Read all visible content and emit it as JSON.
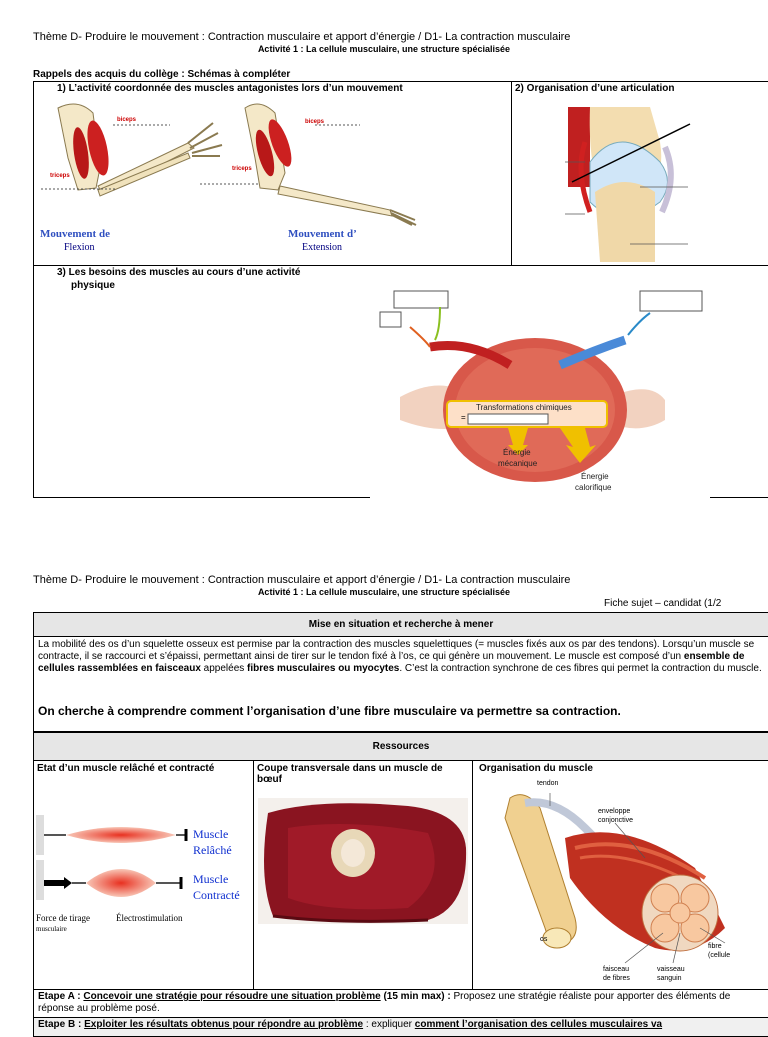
{
  "page1": {
    "header": "Thème D-  Produire le mouvement : Contraction musculaire et apport d’énergie / D1- La contraction musculaire",
    "subtitle": "Activité 1 : La cellule musculaire, une structure spécialisée",
    "recall_title": "Rappels des acquis du collège : Schémas à compléter",
    "q1": "1)  L’activité coordonnée des muscles antagonistes lors d’un mouvement",
    "q2": "2) Organisation d’une articulation",
    "q3_line1": "3)  Les besoins des muscles au cours d’une activité",
    "q3_line2": "physique",
    "arm": {
      "biceps": "biceps",
      "triceps": "triceps",
      "flexion_a": "Mouvement de",
      "flexion_b": "Flexion",
      "extension_a": "Mouvement d’",
      "extension_b": "Extension"
    },
    "muscle_diagram": {
      "transform": "Transformations chimiques",
      "eq": "=",
      "energy_mech_a": "Énergie",
      "energy_mech_b": "mécanique",
      "energy_heat_a": "Énergie",
      "energy_heat_b": "calorifique"
    }
  },
  "page2": {
    "header": "Thème D-  Produire le mouvement : Contraction musculaire et apport d’énergie / D1- La contraction musculaire",
    "subtitle": "Activité 1 : La cellule musculaire, une structure spécialisée",
    "fiche": "Fiche sujet – candidat (1/2",
    "section1_title": "Mise en situation et recherche à mener",
    "intro_1": "La mobilité des os d’un squelette osseux est permise par la contraction des muscles squelettiques (= muscles fixés aux os par des tendons). Lorsqu’un muscle se contracte, il se raccourci et s’épaissi, permettant ainsi de tirer sur le tendon fixé à l’os, ce qui génère un mouvement. Le muscle est composé d’un ",
    "intro_b1": "ensemble de cellules rassemblées en faisceaux",
    "intro_2": " appelées ",
    "intro_b2": "fibres musculaires ou myocytes",
    "intro_3": ". C’est la contraction synchrone de ces fibres qui permet la contraction du muscle.",
    "question": "On cherche à comprendre comment l’organisation d’une fibre musculaire va permettre sa contraction.",
    "section2_title": "Ressources",
    "col1_title": "Etat d’un muscle relâché et contracté",
    "col2_title": "Coupe transversale dans un muscle de bœuf",
    "col3_title": "Organisation du muscle",
    "col1": {
      "relaxed_a": "Muscle",
      "relaxed_b": "Relâché",
      "contracted_a": "Muscle",
      "contracted_b": "Contracté",
      "force_a": "Force de tirage",
      "force_b": "musculaire",
      "electro": "Électrostimulation"
    },
    "col3": {
      "tendon": "tendon",
      "envelope_a": "enveloppe",
      "envelope_b": "conjonctive",
      "os": "os",
      "fibre_a": "fibre",
      "fibre_b": "(cellule",
      "faisceau_a": "faisceau",
      "faisceau_b": "de fibres",
      "vaisseau_a": "vaisseau",
      "vaisseau_b": "sanguin"
    },
    "stepA_label": "Etape A : ",
    "stepA_underline": "Concevoir une stratégie pour résoudre une situation problème",
    "stepA_time": " (15 min max) :",
    "stepA_text": " Proposez une stratégie réaliste pour apporter des éléments de réponse au problème posé.",
    "stepB_label": "Etape B : ",
    "stepB_underline": "Exploiter les résultats obtenus pour répondre au problème",
    "stepB_text": " : expliquer ",
    "stepB_bold": "comment l’organisation des cellules musculaires va"
  }
}
